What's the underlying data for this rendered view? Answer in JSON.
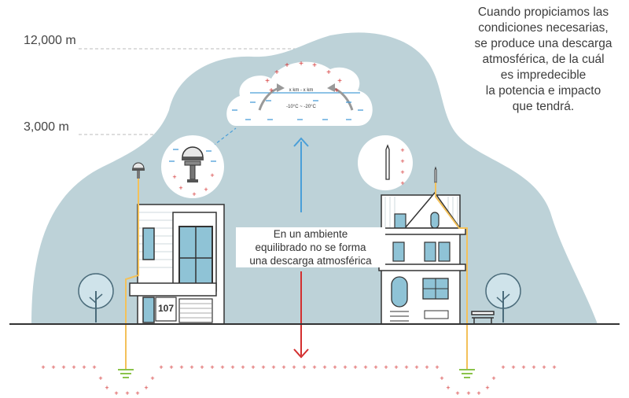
{
  "altitudes": {
    "high": "12,000 m",
    "low": "3,000 m"
  },
  "headline_lines": [
    "Cuando propiciamos las",
    "condiciones necesarias,",
    "se produce una descarga",
    "atmosférica, de la cuál",
    "es impredecible",
    "la potencia e impacto",
    "que tendrá."
  ],
  "center_note_lines": [
    "En un ambiente",
    "equilibrado no se forma",
    "una descarga atmosférica"
  ],
  "cloud_labels": {
    "size": "x km - x km",
    "temperature": "-10°C ~ -20°C"
  },
  "house_number": "107",
  "colors": {
    "sky_cloud": "#bdd2d8",
    "positive_charge": "#d32f2f",
    "negative_charge": "#4a9fd8",
    "arrow_up": "#4a9fd8",
    "arrow_down": "#d32f2f",
    "ground_wire": "#f3c15a",
    "ground_symbol": "#8bc34a"
  }
}
